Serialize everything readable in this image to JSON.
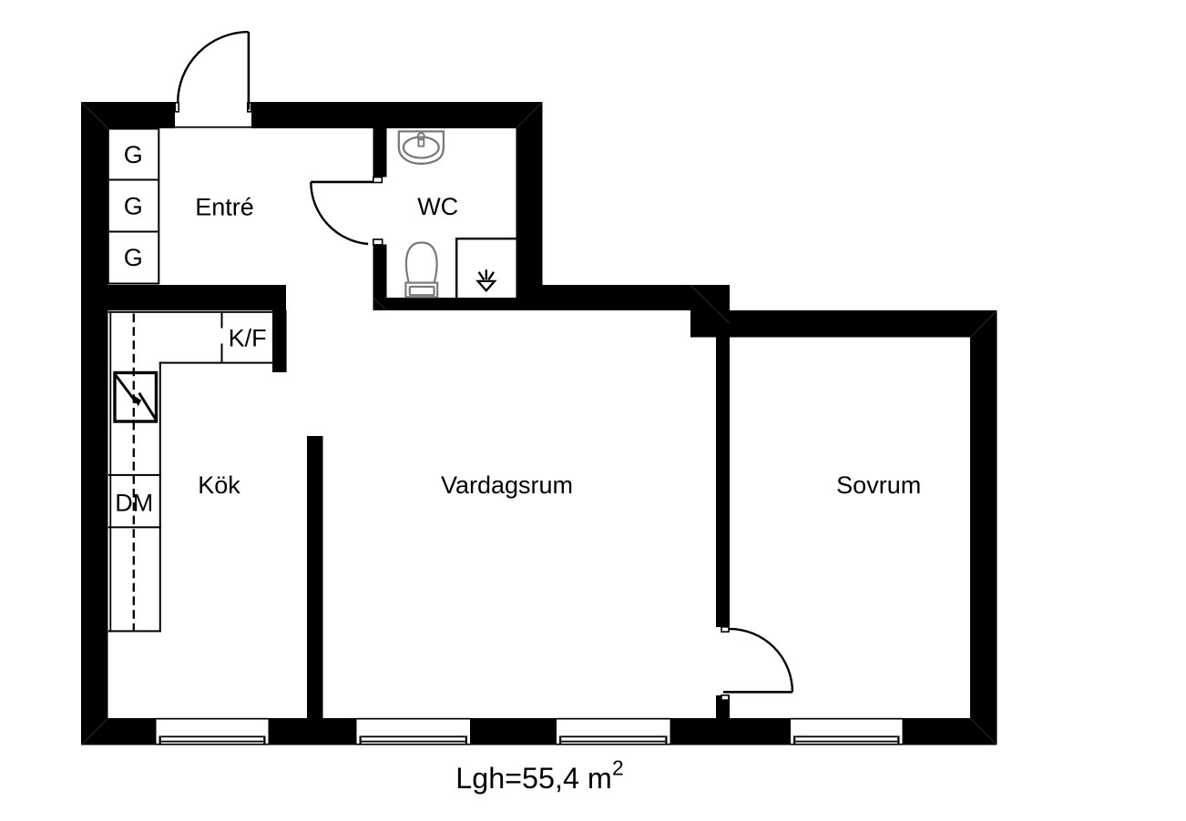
{
  "document": {
    "type": "apartment-floor-plan",
    "background_color": "#ffffff",
    "wall_color": "#000000",
    "fixture_outline_color": "#7a7a7a"
  },
  "rooms": {
    "entre": {
      "label": "Entré"
    },
    "wc": {
      "label": "WC"
    },
    "kok": {
      "label": "Kök"
    },
    "vardagsrum": {
      "label": "Vardagsrum"
    },
    "sovrum": {
      "label": "Sovrum"
    }
  },
  "fixtures": {
    "closets": {
      "labels": [
        "G",
        "G",
        "G"
      ]
    },
    "fridge_freezer": {
      "label": "K/F"
    },
    "dishwasher": {
      "label": "DM"
    },
    "stove": {
      "symbol": "lightning-bolt-square"
    },
    "sink": {
      "symbol": "washbasin"
    },
    "toilet": {
      "symbol": "toilet"
    },
    "shower": {
      "symbol": "floor-drain"
    }
  },
  "area": {
    "prefix": "Lgh=55,4 m",
    "superscript": "2",
    "full_text": "Lgh=55,4 m²"
  },
  "counts": {
    "windows": 4,
    "doors": 3,
    "wardrobes": 3
  }
}
